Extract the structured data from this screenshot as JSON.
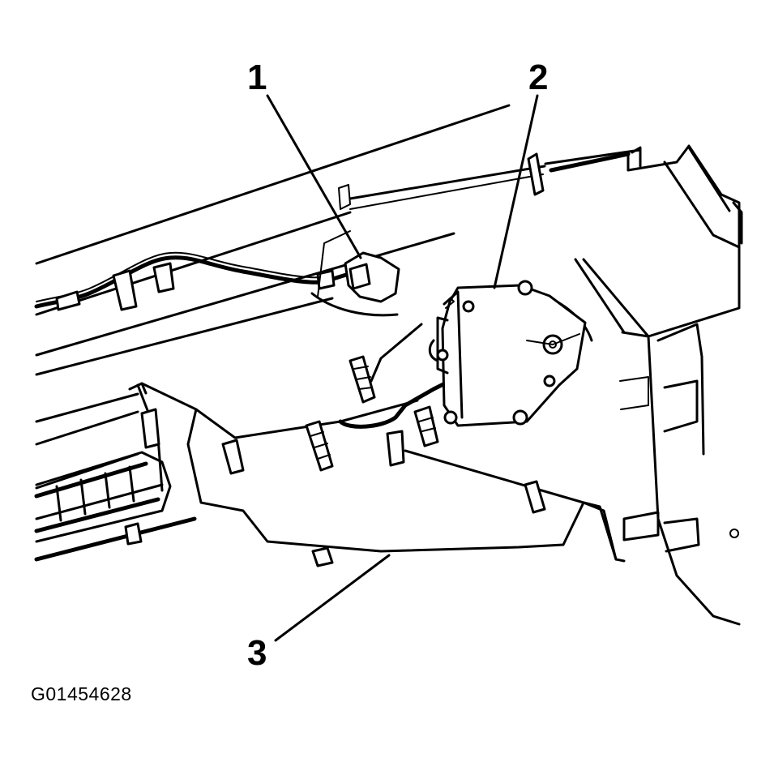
{
  "callouts": [
    {
      "label": "1",
      "part": "electrical-connector"
    },
    {
      "label": "2",
      "part": "actuator"
    },
    {
      "label": "3",
      "part": "hvac-module-housing"
    }
  ],
  "figure_id": "G01454628",
  "colors": {
    "ink": "#000000",
    "paper": "#ffffff"
  }
}
